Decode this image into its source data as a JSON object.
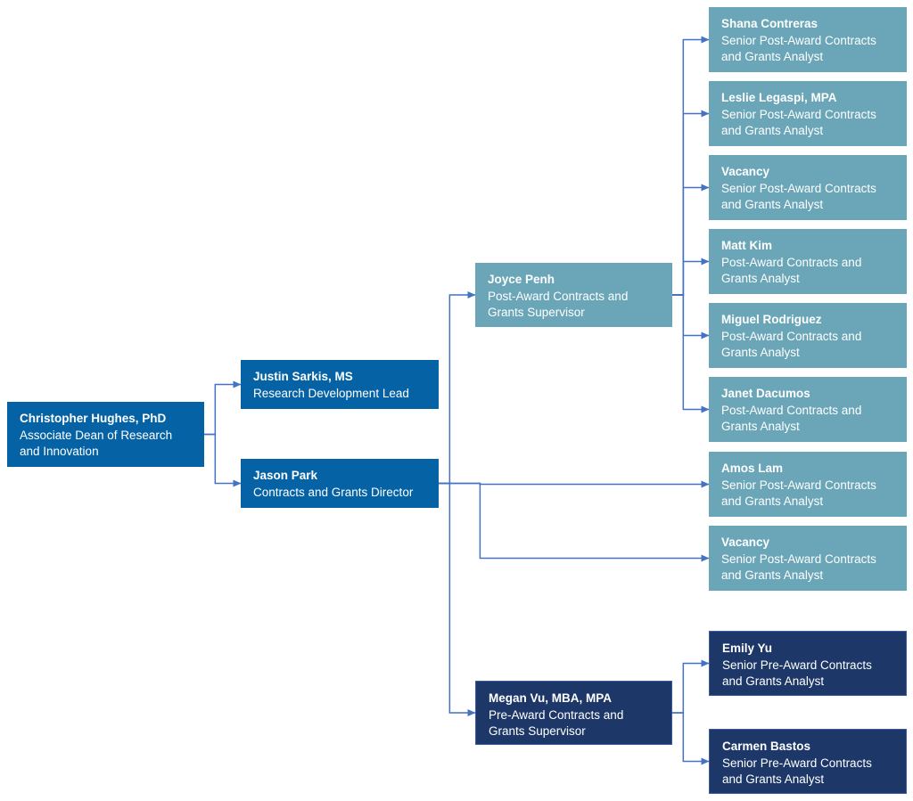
{
  "nodes": [
    {
      "id": "christopher-hughes",
      "name": "Christopher Hughes, PhD",
      "title": "Associate Dean of Research and Innovation",
      "color": "#0563a5"
    },
    {
      "id": "justin-sarkis",
      "name": "Justin Sarkis, MS",
      "title": "Research Development Lead",
      "color": "#0563a5"
    },
    {
      "id": "jason-park",
      "name": "Jason Park",
      "title": "Contracts and Grants Director",
      "color": "#0563a5"
    },
    {
      "id": "joyce-penh",
      "name": "Joyce Penh",
      "title": "Post-Award Contracts and Grants Supervisor",
      "color": "#6aa6b8"
    },
    {
      "id": "megan-vu",
      "name": "Megan Vu, MBA, MPA",
      "title": "Pre-Award Contracts and Grants Supervisor",
      "color": "#1d3768"
    },
    {
      "id": "shana-contreras",
      "name": "Shana Contreras",
      "title": "Senior Post-Award Contracts and Grants Analyst",
      "color": "#6aa6b8"
    },
    {
      "id": "leslie-legaspi",
      "name": "Leslie Legaspi, MPA",
      "title": "Senior Post-Award Contracts and Grants Analyst",
      "color": "#6aa6b8"
    },
    {
      "id": "vacancy-1",
      "name": "Vacancy",
      "title": "Senior Post-Award Contracts and Grants Analyst",
      "color": "#6aa6b8"
    },
    {
      "id": "matt-kim",
      "name": "Matt Kim",
      "title": "Post-Award Contracts and Grants Analyst",
      "color": "#6aa6b8"
    },
    {
      "id": "miguel-rodriguez",
      "name": "Miguel Rodriguez",
      "title": "Post-Award Contracts and Grants Analyst",
      "color": "#6aa6b8"
    },
    {
      "id": "janet-dacumos",
      "name": "Janet Dacumos",
      "title": "Post-Award Contracts and Grants Analyst",
      "color": "#6aa6b8"
    },
    {
      "id": "amos-lam",
      "name": "Amos Lam",
      "title": "Senior Post-Award Contracts and Grants Analyst",
      "color": "#6aa6b8"
    },
    {
      "id": "vacancy-2",
      "name": "Vacancy",
      "title": "Senior Post-Award Contracts and Grants Analyst",
      "color": "#6aa6b8"
    },
    {
      "id": "emily-yu",
      "name": "Emily Yu",
      "title": "Senior Pre-Award Contracts and Grants Analyst",
      "color": "#1d3768"
    },
    {
      "id": "carmen-bastos",
      "name": "Carmen Bastos",
      "title": "Senior Pre-Award Contracts and Grants Analyst",
      "color": "#1d3768"
    }
  ],
  "edges": [
    {
      "from": "christopher-hughes",
      "to": "justin-sarkis"
    },
    {
      "from": "christopher-hughes",
      "to": "jason-park"
    },
    {
      "from": "jason-park",
      "to": "joyce-penh"
    },
    {
      "from": "jason-park",
      "to": "megan-vu"
    },
    {
      "from": "jason-park",
      "to": "amos-lam"
    },
    {
      "from": "jason-park",
      "to": "vacancy-2"
    },
    {
      "from": "joyce-penh",
      "to": "shana-contreras"
    },
    {
      "from": "joyce-penh",
      "to": "leslie-legaspi"
    },
    {
      "from": "joyce-penh",
      "to": "vacancy-1"
    },
    {
      "from": "joyce-penh",
      "to": "matt-kim"
    },
    {
      "from": "joyce-penh",
      "to": "miguel-rodriguez"
    },
    {
      "from": "joyce-penh",
      "to": "janet-dacumos"
    },
    {
      "from": "megan-vu",
      "to": "emily-yu"
    },
    {
      "from": "megan-vu",
      "to": "carmen-bastos"
    }
  ],
  "connector_color": "#4472c4"
}
